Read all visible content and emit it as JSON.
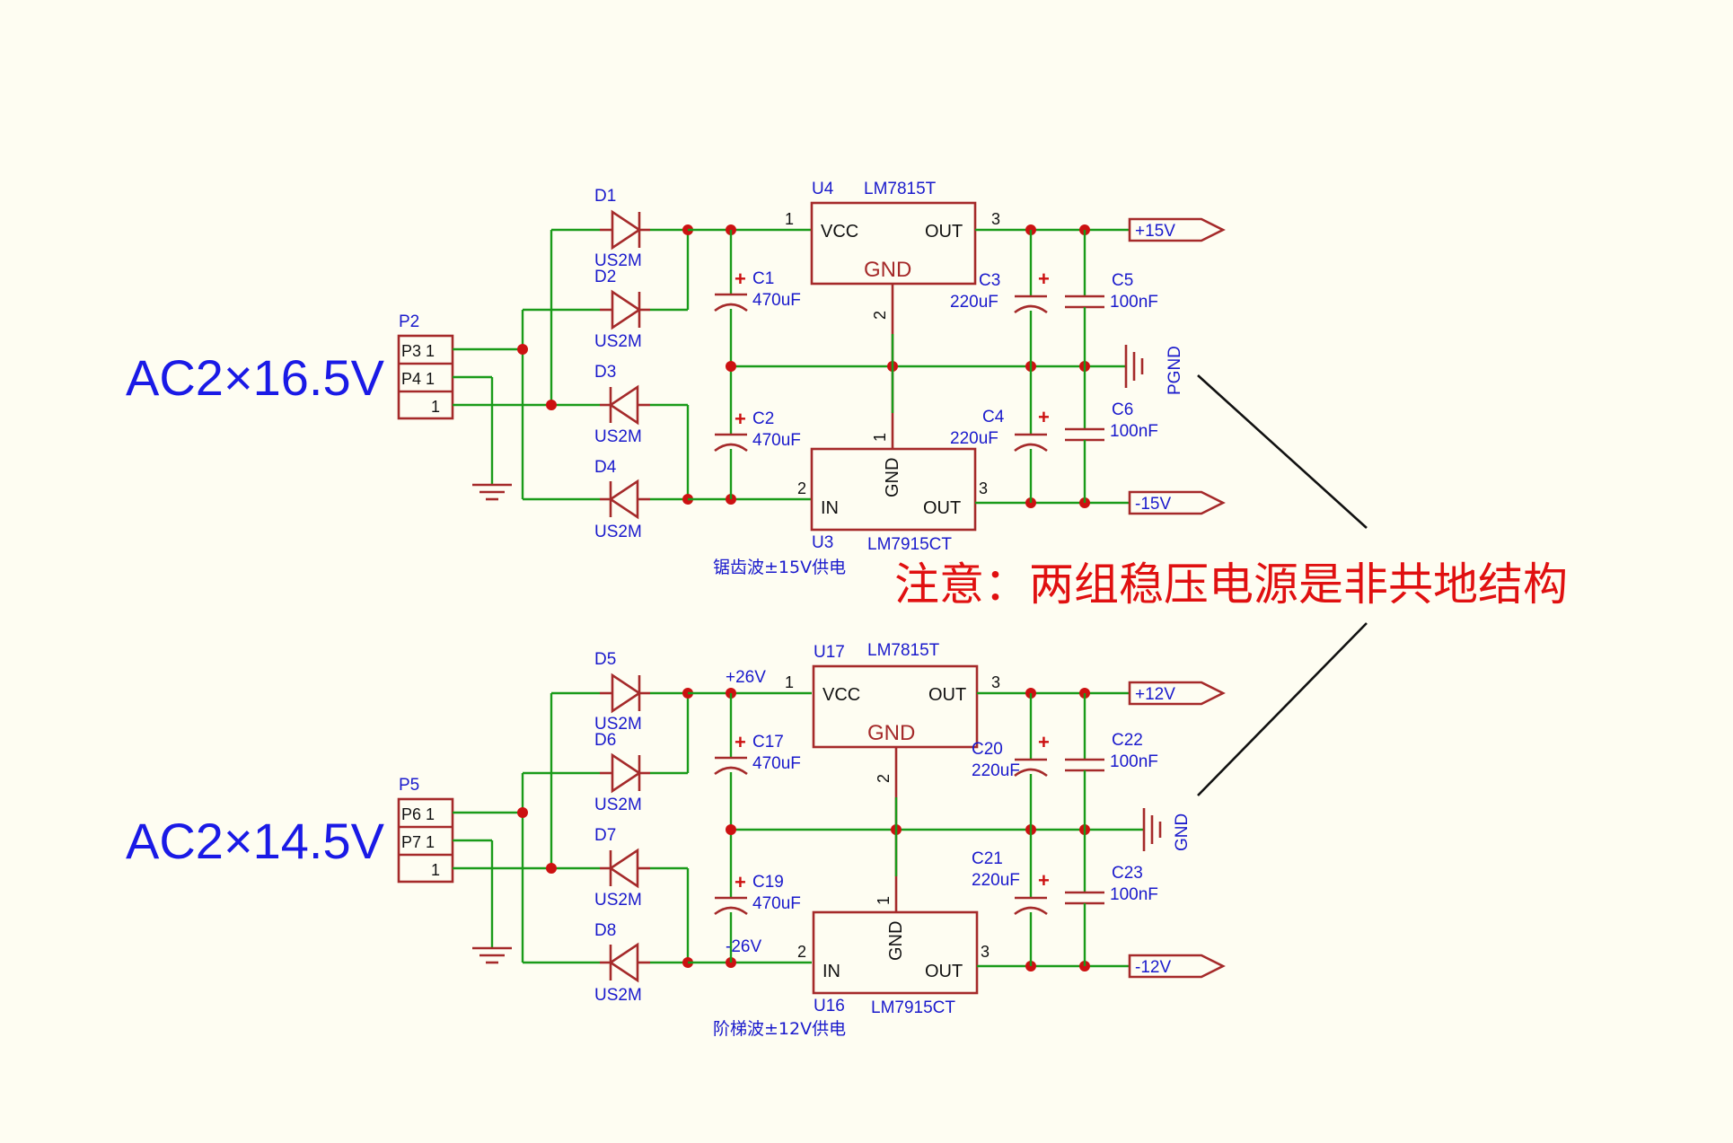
{
  "title_top": "AC2×16.5V",
  "title_bottom": "AC2×14.5V",
  "note": "注意：两组稳压电源是非共地结构",
  "caption_top": "锯齿波±15V供电",
  "caption_bottom": "阶梯波±12V供电",
  "upper": {
    "connector": {
      "ref": "P2",
      "pins": [
        "P3 1",
        "P4 1",
        "1"
      ]
    },
    "diodes": [
      {
        "ref": "D1",
        "value": "US2M"
      },
      {
        "ref": "D2",
        "value": "US2M"
      },
      {
        "ref": "D3",
        "value": "US2M"
      },
      {
        "ref": "D4",
        "value": "US2M"
      }
    ],
    "caps": [
      {
        "ref": "C1",
        "value": "470uF"
      },
      {
        "ref": "C2",
        "value": "470uF"
      },
      {
        "ref": "C3",
        "value": "220uF"
      },
      {
        "ref": "C4",
        "value": "220uF"
      },
      {
        "ref": "C5",
        "value": "100nF"
      },
      {
        "ref": "C6",
        "value": "100nF"
      }
    ],
    "reg_pos": {
      "ref": "U4",
      "part": "LM7815T",
      "vcc": "VCC",
      "out": "OUT",
      "gnd": "GND",
      "pin_in": "1",
      "pin_out": "3",
      "pin_gnd": "2"
    },
    "reg_neg": {
      "ref": "U3",
      "part": "LM7915CT",
      "in": "IN",
      "out": "OUT",
      "gnd": "GND",
      "pin_in": "2",
      "pin_out": "3",
      "pin_gnd": "1"
    },
    "ports": {
      "pos": "+15V",
      "neg": "-15V",
      "gnd": "PGND"
    }
  },
  "lower": {
    "connector": {
      "ref": "P5",
      "pins": [
        "P6 1",
        "P7 1",
        "1"
      ]
    },
    "diodes": [
      {
        "ref": "D5",
        "value": "US2M"
      },
      {
        "ref": "D6",
        "value": "US2M"
      },
      {
        "ref": "D7",
        "value": "US2M"
      },
      {
        "ref": "D8",
        "value": "US2M"
      }
    ],
    "caps": [
      {
        "ref": "C17",
        "value": "470uF"
      },
      {
        "ref": "C19",
        "value": "470uF"
      },
      {
        "ref": "C20",
        "value": "220uF"
      },
      {
        "ref": "C21",
        "value": "220uF"
      },
      {
        "ref": "C22",
        "value": "100nF"
      },
      {
        "ref": "C23",
        "value": "100nF"
      }
    ],
    "reg_pos": {
      "ref": "U17",
      "part": "LM7815T",
      "vcc": "VCC",
      "out": "OUT",
      "gnd": "GND",
      "pin_in": "1",
      "pin_out": "3",
      "pin_gnd": "2"
    },
    "reg_neg": {
      "ref": "U16",
      "part": "LM7915CT",
      "in": "IN",
      "out": "OUT",
      "gnd": "GND",
      "pin_in": "2",
      "pin_out": "3",
      "pin_gnd": "1"
    },
    "ports": {
      "pos": "+12V",
      "neg": "-12V",
      "gnd": "GND"
    },
    "net_pos": "+26V",
    "net_neg": "-26V"
  }
}
